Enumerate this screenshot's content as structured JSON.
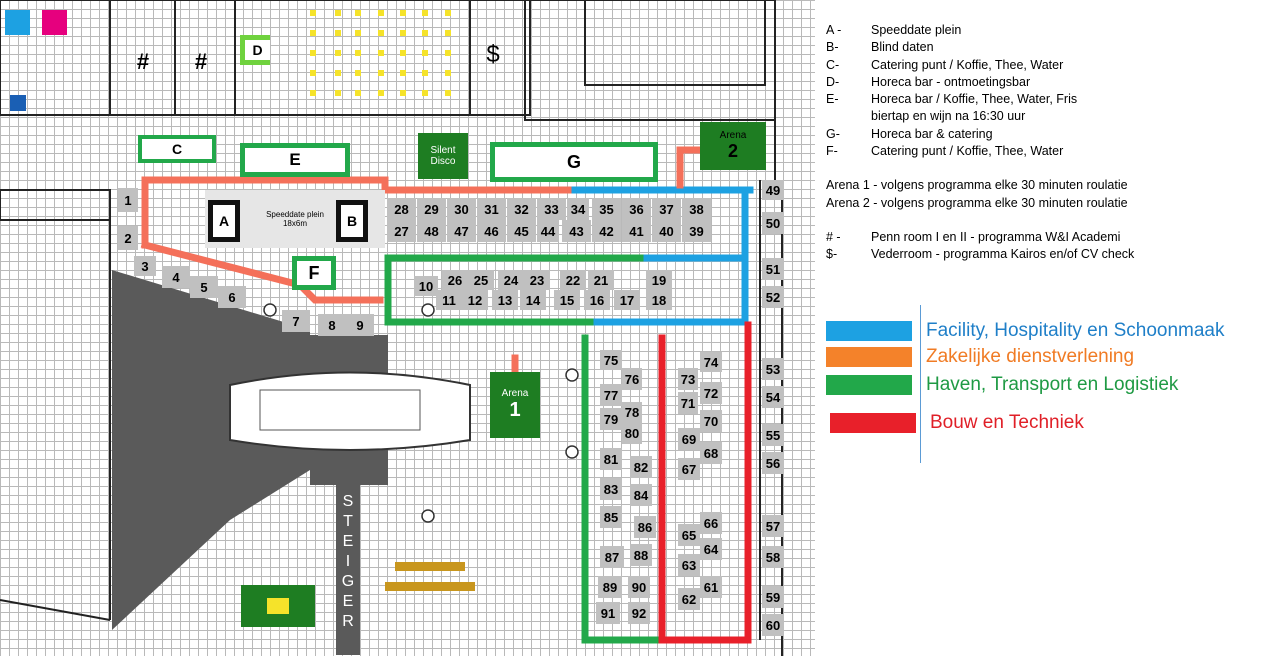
{
  "legend": {
    "items": [
      {
        "key": "A -",
        "desc": "Speeddate plein"
      },
      {
        "key": "B-",
        "desc": "Blind daten"
      },
      {
        "key": "C-",
        "desc": "Catering punt / Koffie, Thee, Water"
      },
      {
        "key": "D-",
        "desc": "Horeca bar - ontmoetingsbar"
      },
      {
        "key": "E-",
        "desc": "Horeca bar / Koffie, Thee, Water, Fris"
      },
      {
        "key": "",
        "desc": "biertap en wijn na 16:30 uur"
      },
      {
        "key": "G-",
        "desc": "Horeca bar & catering"
      },
      {
        "key": "F-",
        "desc": "Catering punt / Koffie, Thee, Water"
      }
    ],
    "arena1": "Arena 1 - volgens programma elke 30 minuten roulatie",
    "arena2": "Arena 2 - volgens programma elke 30 minuten roulatie",
    "hash": {
      "key": "# -",
      "desc": "Penn  room I en II - programma W&I Academi"
    },
    "dollar": {
      "key": "$-",
      "desc": "Vederroom - programma Kairos en/of CV check"
    }
  },
  "sectors": [
    {
      "label": "Facility, Hospitality en Schoonmaak",
      "color": "#1da1e2",
      "text_color": "#1f7fc8"
    },
    {
      "label": "Zakelijke dienstverlening",
      "color": "#f4822a",
      "text_color": "#f07b24"
    },
    {
      "label": "Haven, Transport en Logistiek",
      "color": "#22a84a",
      "text_color": "#1f9a44"
    },
    {
      "label": "Bouw en Techniek",
      "color": "#e8202a",
      "text_color": "#e01f27"
    }
  ],
  "map": {
    "zones": {
      "A": "A",
      "B": "B",
      "C": "C",
      "D": "D",
      "E": "E",
      "F": "F",
      "G": "G",
      "hash1": "#",
      "hash2": "#",
      "dollar": "$",
      "speeddate": "Speeddate plein",
      "speeddate_size": "18x6m",
      "silent_disco_1": "Silent",
      "silent_disco_2": "Disco",
      "arena1_label": "Arena",
      "arena1_num": "1",
      "arena2_label": "Arena",
      "arena2_num": "2",
      "steiger": [
        "S",
        "T",
        "E",
        "I",
        "G",
        "E",
        "R"
      ]
    },
    "booths": [
      "1",
      "2",
      "3",
      "4",
      "5",
      "6",
      "7",
      "8",
      "9",
      "10",
      "11",
      "12",
      "13",
      "14",
      "15",
      "16",
      "17",
      "18",
      "19",
      "21",
      "22",
      "23",
      "24",
      "25",
      "26",
      "27",
      "28",
      "29",
      "30",
      "31",
      "32",
      "33",
      "34",
      "35",
      "36",
      "37",
      "38",
      "39",
      "40",
      "41",
      "42",
      "43",
      "44",
      "45",
      "46",
      "47",
      "48",
      "49",
      "50",
      "51",
      "52",
      "53",
      "54",
      "55",
      "56",
      "57",
      "58",
      "59",
      "60",
      "61",
      "62",
      "63",
      "64",
      "65",
      "66",
      "67",
      "68",
      "69",
      "70",
      "71",
      "72",
      "73",
      "74",
      "75",
      "76",
      "77",
      "78",
      "79",
      "80",
      "81",
      "82",
      "83",
      "84",
      "85",
      "86",
      "87",
      "88",
      "89",
      "90",
      "91",
      "92"
    ],
    "colors": {
      "facility": "#1da1e2",
      "zakelijk": "#f4705a",
      "haven": "#22a84a",
      "bouw": "#e8202a",
      "arena": "#1e7d22",
      "booth": "#c0c0c0",
      "pier": "#5a5a5a"
    }
  }
}
